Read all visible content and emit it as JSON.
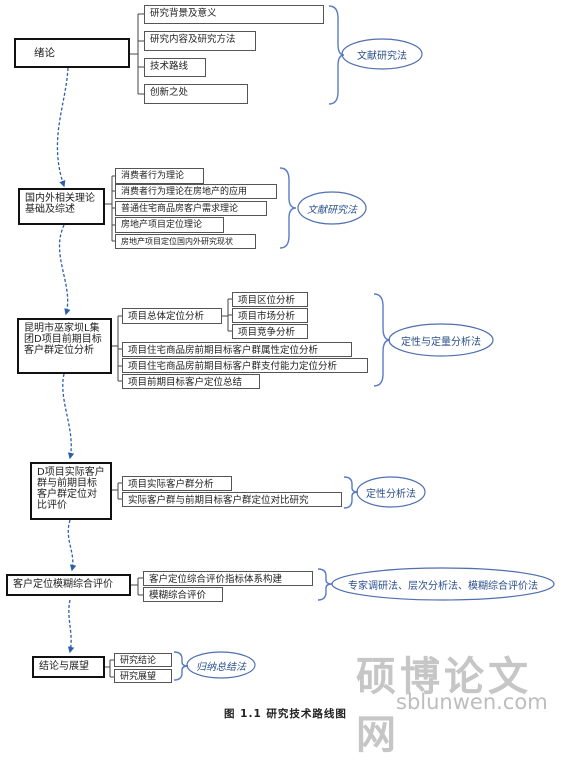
{
  "sections": [
    {
      "title": "绪论",
      "items": [
        "研究背景及意义",
        "研究内容及研究方法",
        "技术路线",
        "创新之处"
      ],
      "method": "文献研究法"
    },
    {
      "title": "国内外相关理论基础及综述",
      "items": [
        "消费者行为理论",
        "消费者行为理论在房地产的应用",
        "普通住宅商品房客户需求理论",
        "房地产项目定位理论",
        "房地产项目定位国内外研究现状"
      ],
      "method": "文献研究法"
    },
    {
      "title": "昆明市巫家坝L集团D项目前期目标客户群定位分析",
      "items": [
        "项目总体定位分析",
        "项目住宅商品房前期目标客户群属性定位分析",
        "项目住宅商品房前期目标客户群支付能力定位分析",
        "项目前期目标客户定位总结"
      ],
      "subitems": [
        "项目区位分析",
        "项目市场分析",
        "项目竞争分析"
      ],
      "method": "定性与定量分析法"
    },
    {
      "title": "D项目实际客户群与前期目标客户群定位对比评价",
      "items": [
        "项目实际客户群分析",
        "实际客户群与前期目标客户群定位对比研究"
      ],
      "method": "定性分析法"
    },
    {
      "title": "客户定位模糊综合评价",
      "items": [
        "客户定位综合评价指标体系构建",
        "模糊综合评价"
      ],
      "method": "专家调研法、层次分析法、模糊综合评价法"
    },
    {
      "title": "结论与展望",
      "items": [
        "研究结论",
        "研究展望"
      ],
      "method": "归纳总结法"
    }
  ],
  "caption": "图 1.1 研究技术路线图",
  "watermark": {
    "cn": "硕博论文网",
    "en": "sblunwen.com"
  },
  "colors": {
    "box_border": "#111111",
    "arrow": "#2b5fa8",
    "ellipse": "#4f6fb0",
    "brace": "#5a7bc4",
    "watermark": "#c6c6c6"
  }
}
